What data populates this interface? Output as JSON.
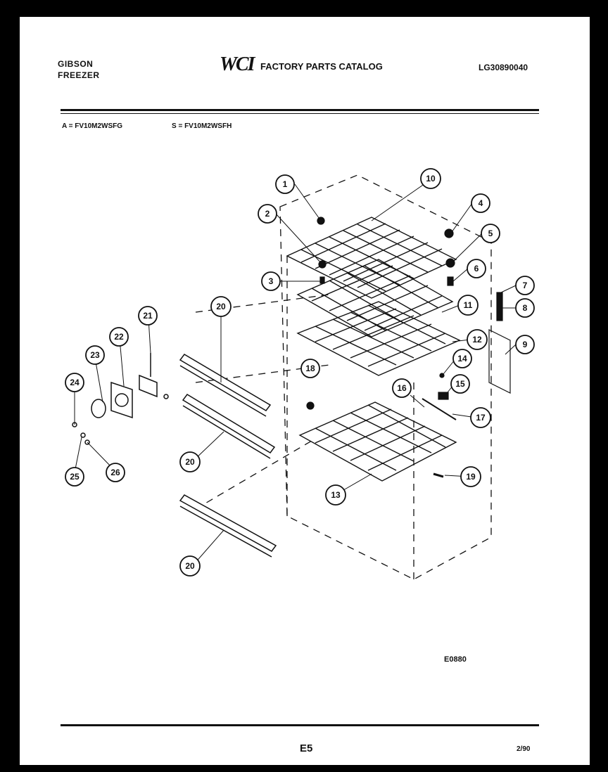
{
  "header": {
    "brand_line1": "GIBSON",
    "brand_line2": "FREEZER",
    "logo": "WCI",
    "catalog_title": "FACTORY PARTS CATALOG",
    "catalog_number": "LG30890040"
  },
  "models": {
    "a": "A = FV10M2WSFG",
    "b": "S = FV10M2WSFH"
  },
  "diagram": {
    "code": "E0880",
    "callouts": [
      "1",
      "2",
      "3",
      "4",
      "5",
      "6",
      "7",
      "8",
      "9",
      "10",
      "11",
      "12",
      "13",
      "14",
      "15",
      "16",
      "17",
      "18",
      "19",
      "20",
      "20",
      "20",
      "21",
      "22",
      "23",
      "24",
      "25",
      "26"
    ]
  },
  "footer": {
    "page": "E5",
    "date": "2/90"
  }
}
